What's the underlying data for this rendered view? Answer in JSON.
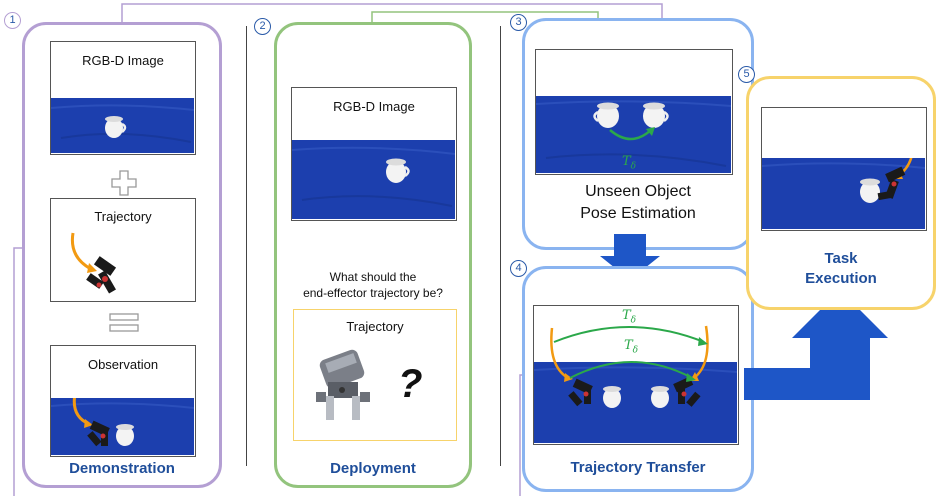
{
  "stages": [
    {
      "number": "1",
      "label": "Demonstration",
      "color": "#b49fd3"
    },
    {
      "number": "2",
      "label": "Deployment",
      "color": "#93c47d"
    },
    {
      "number": "3",
      "label": "Unseen Object\nPose Estimation",
      "color": "#8ab4f0"
    },
    {
      "number": "4",
      "label": "Trajectory Transfer",
      "color": "#8ab4f0"
    },
    {
      "number": "5",
      "label": "Task\nExecution",
      "color": "#f7d36b"
    }
  ],
  "demonstration": {
    "rgbd_title": "RGB-D Image",
    "trajectory_title": "Trajectory",
    "observation_title": "Observation",
    "plus_symbol": "plus",
    "equals_symbol": "equals"
  },
  "deployment": {
    "rgbd_title": "RGB-D Image",
    "question": "What should the\nend-effector trajectory be?",
    "trajectory_title": "Trajectory",
    "unknown_mark": "?"
  },
  "transform_label": "T",
  "transform_subscript": "δ",
  "colors": {
    "table_blue": "#1c3fae",
    "trajectory_orange": "#f29a12",
    "transform_green": "#2ba84a",
    "arrow_blue": "#1e56c7",
    "label_blue": "#1f4e9a"
  }
}
